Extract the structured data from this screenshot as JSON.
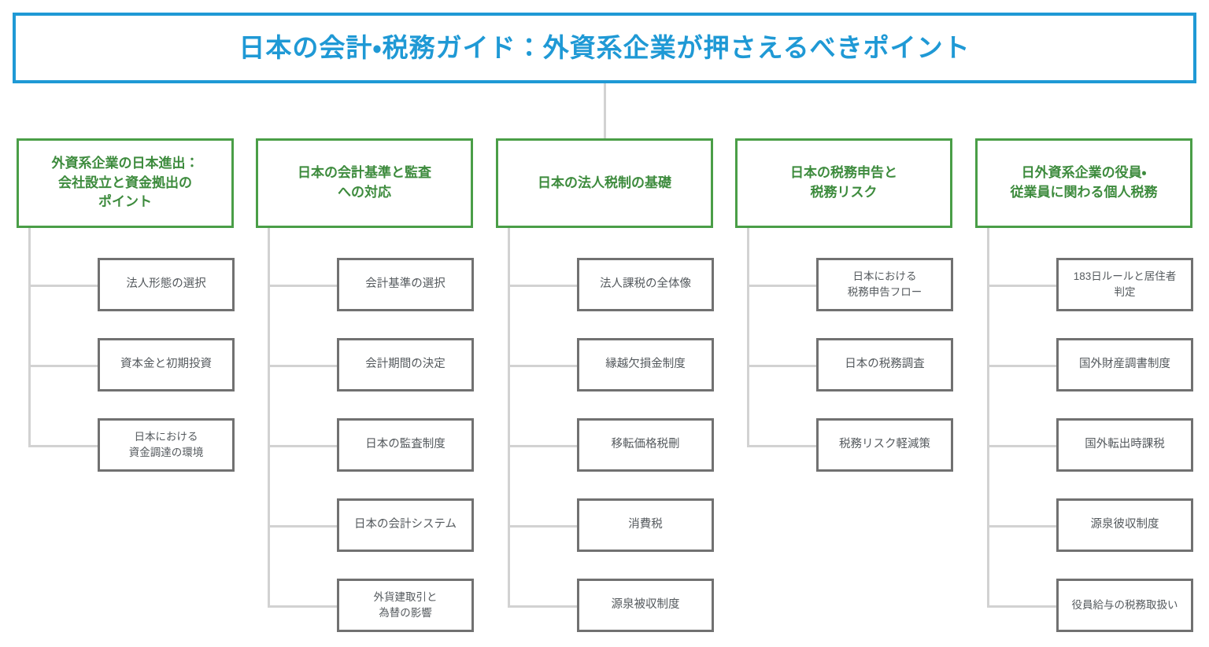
{
  "title": {
    "text": "日本の会計・税務ガイド：外資系企業が押さえるべきポイント",
    "border_color": "#1f99d5",
    "text_color": "#1f99d5"
  },
  "theme": {
    "category_border_color": "#4a9e47",
    "category_text_color": "#3d8b3d",
    "leaf_border_color": "#717171",
    "leaf_text_color": "#555a5e",
    "connector_color": "#d2d2d2",
    "background": "#ffffff"
  },
  "columns": [
    {
      "id": "col-1",
      "header": "外資系企業の日本進出：\n会社設立と資金拠出の\nポイント",
      "header_lines": [
        "外資系企業の日本進出：",
        "会社設立と資金拠出の",
        "ポイント"
      ],
      "items": [
        {
          "lines": [
            "法人形態の選択"
          ]
        },
        {
          "lines": [
            "資本金と初期投資"
          ]
        },
        {
          "lines": [
            "日本における",
            "資金調達の環境"
          ]
        }
      ]
    },
    {
      "id": "col-2",
      "header": "日本の会計基準と監査\nへの対応",
      "header_lines": [
        "日本の会計基準と監査",
        "への対応"
      ],
      "items": [
        {
          "lines": [
            "会計基準の選択"
          ]
        },
        {
          "lines": [
            "会計期間の決定"
          ]
        },
        {
          "lines": [
            "日本の監査制度"
          ]
        },
        {
          "lines": [
            "日本の会計システム"
          ]
        },
        {
          "lines": [
            "外貨建取引と",
            "為替の影響"
          ]
        }
      ]
    },
    {
      "id": "col-3",
      "header": "日本の法人税制の基礎",
      "header_lines": [
        "日本の法人税制の基礎"
      ],
      "items": [
        {
          "lines": [
            "法人課税の全体像"
          ]
        },
        {
          "lines": [
            "縁越欠損金制度"
          ]
        },
        {
          "lines": [
            "移転価格税刪"
          ]
        },
        {
          "lines": [
            "消費税"
          ]
        },
        {
          "lines": [
            "源泉被収制度"
          ]
        }
      ]
    },
    {
      "id": "col-4",
      "header": "日本の税務申告と\n税務リスク",
      "header_lines": [
        "日本の税務申告と",
        "税務リスク"
      ],
      "items": [
        {
          "lines": [
            "日本における",
            "税務申告フロー"
          ]
        },
        {
          "lines": [
            "日本の税務調査"
          ]
        },
        {
          "lines": [
            "税務リスク軽減策"
          ]
        }
      ]
    },
    {
      "id": "col-5",
      "header": "日外資系企業の役員・\n従業員に関わる個人税務",
      "header_lines": [
        "日外資系企業の役員・",
        "従業員に関わる個人税務"
      ],
      "items": [
        {
          "lines": [
            "183日ルールと居住者",
            "判定"
          ]
        },
        {
          "lines": [
            "国外財産調書制度"
          ]
        },
        {
          "lines": [
            "国外転出時課税"
          ]
        },
        {
          "lines": [
            "源泉彼収制度"
          ]
        },
        {
          "lines": [
            "役員給与の税務取扱い"
          ]
        }
      ]
    }
  ]
}
